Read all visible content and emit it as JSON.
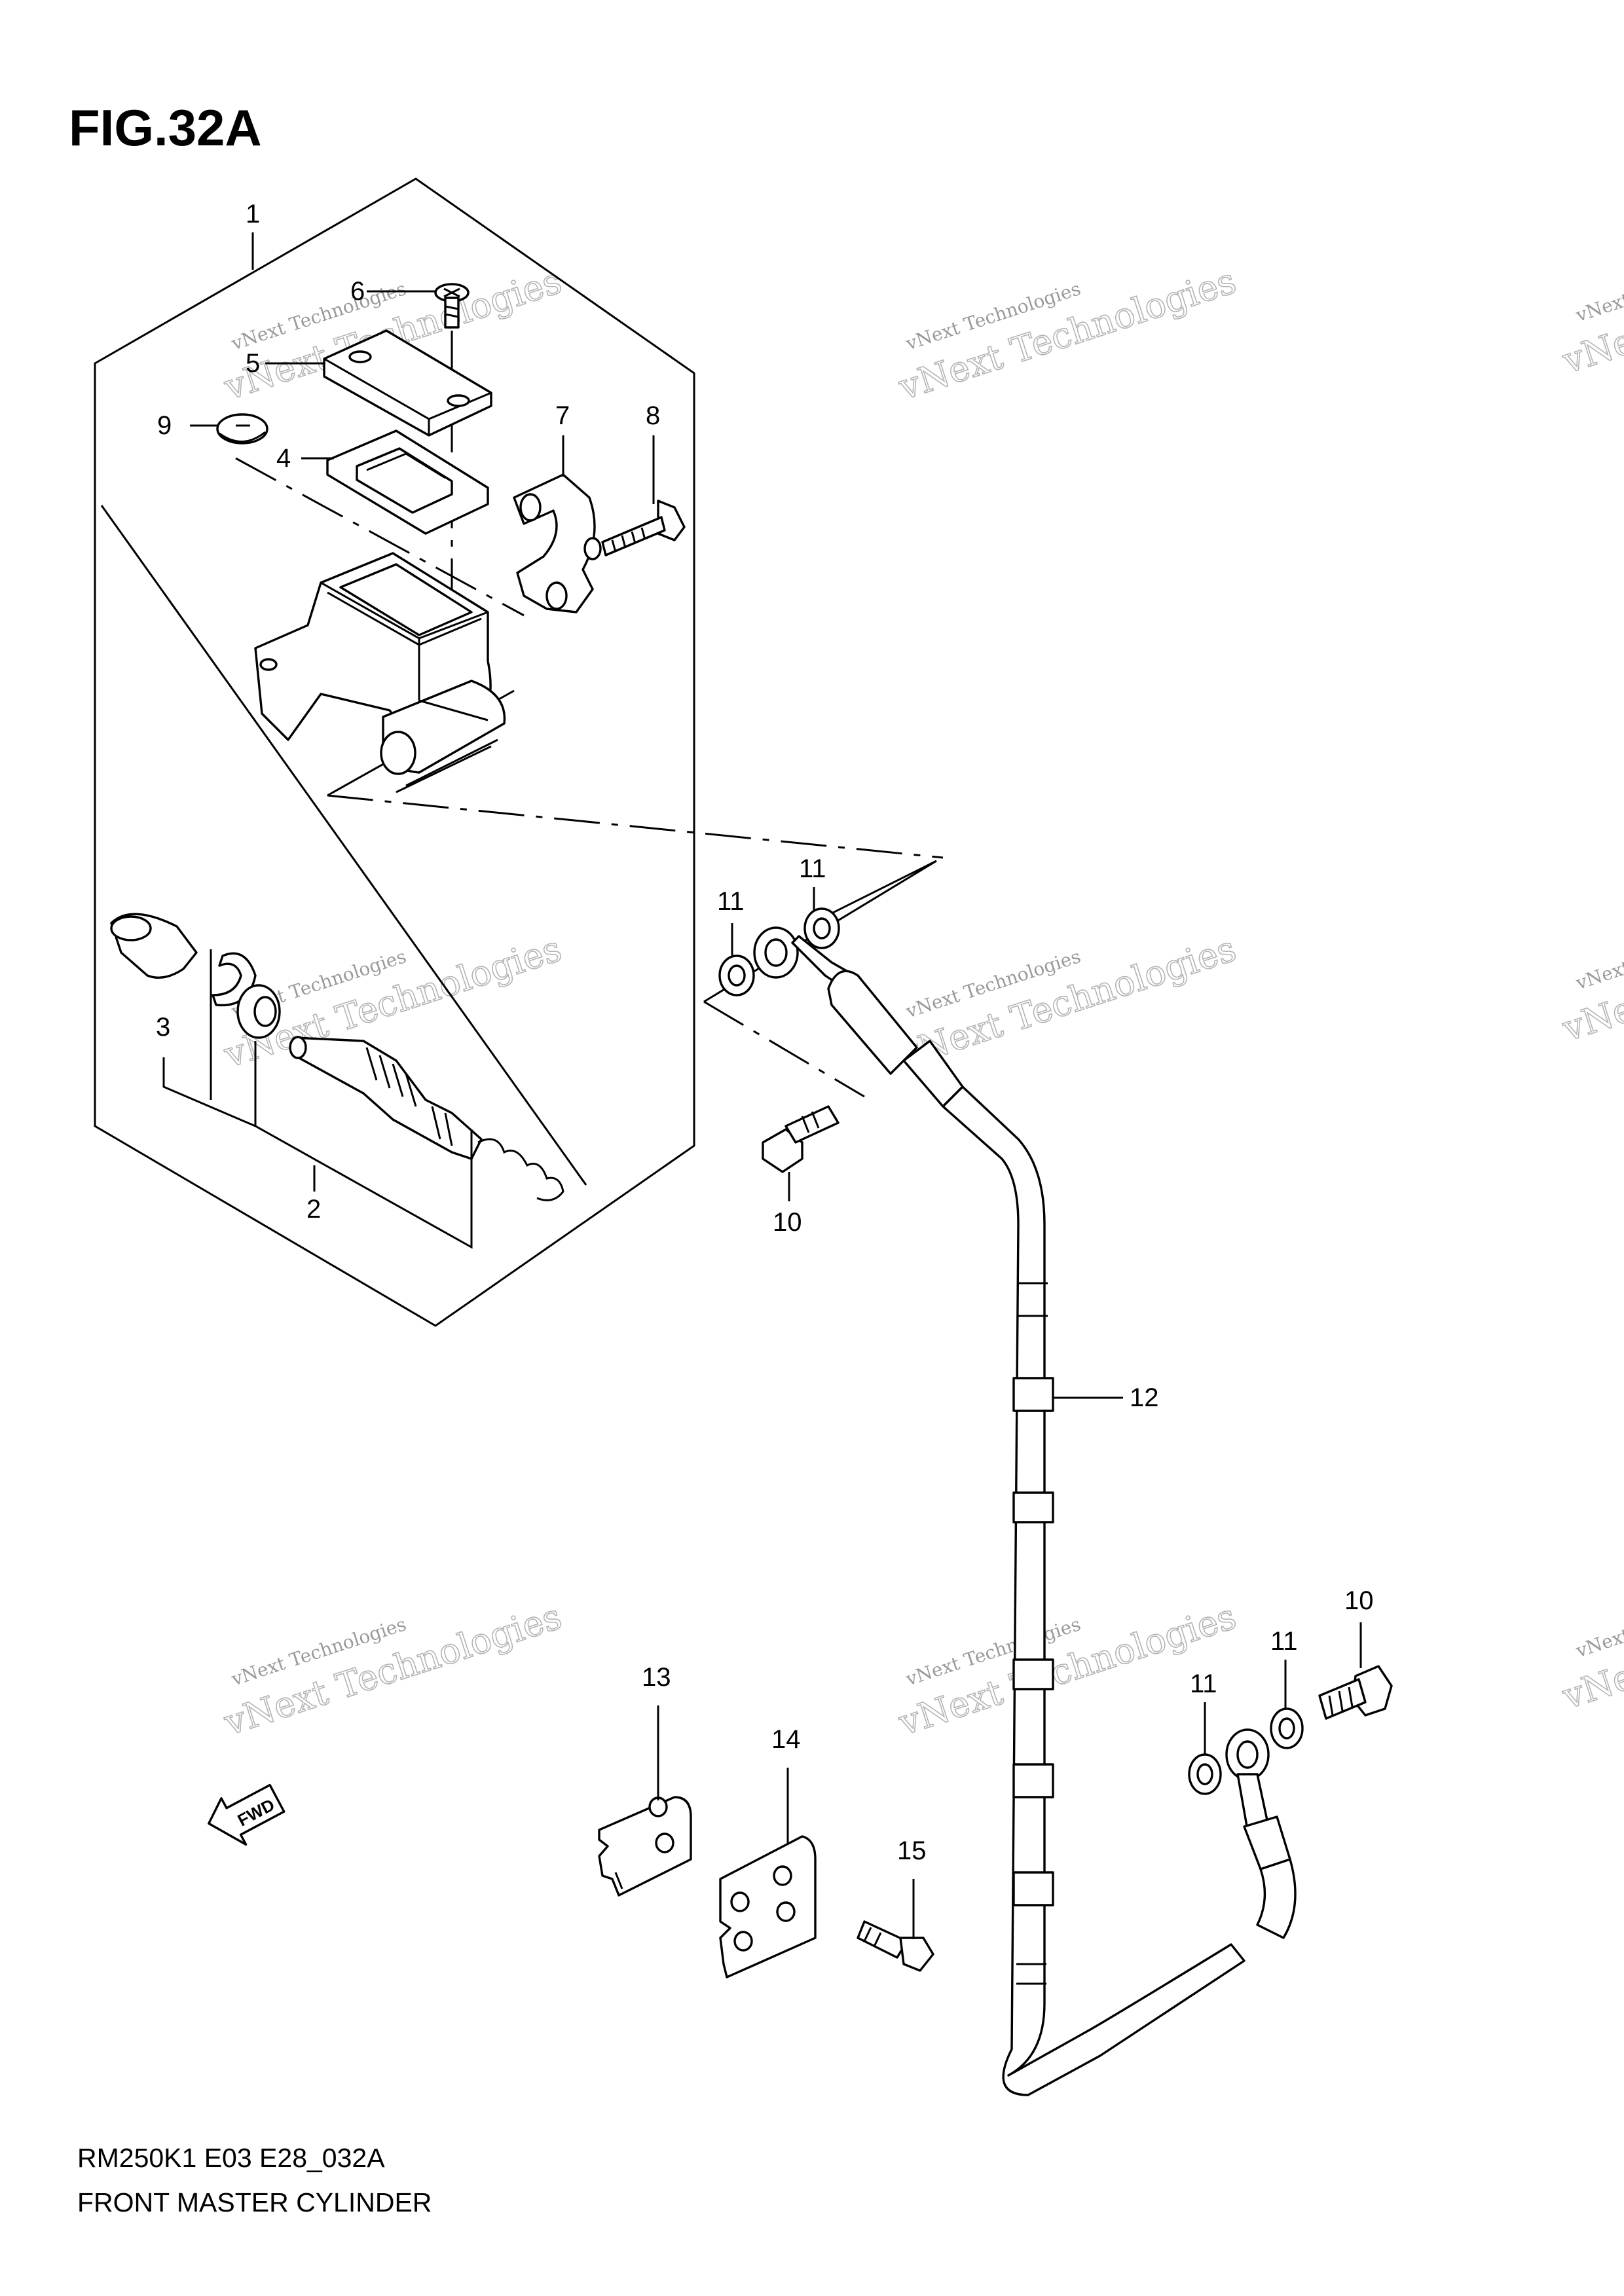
{
  "figure": {
    "code": "FIG.32A",
    "model_code": "RM250K1 E03 E28_032A",
    "name": "FRONT MASTER CYLINDER"
  },
  "watermark": {
    "line1": "vNext Technologies",
    "line2": "vNext Technologies"
  },
  "callouts": [
    "1",
    "2",
    "3",
    "4",
    "5",
    "6",
    "7",
    "8",
    "9",
    "10",
    "10",
    "11",
    "11",
    "11",
    "11",
    "12",
    "13",
    "14",
    "15"
  ],
  "fwd_label": "FWD"
}
